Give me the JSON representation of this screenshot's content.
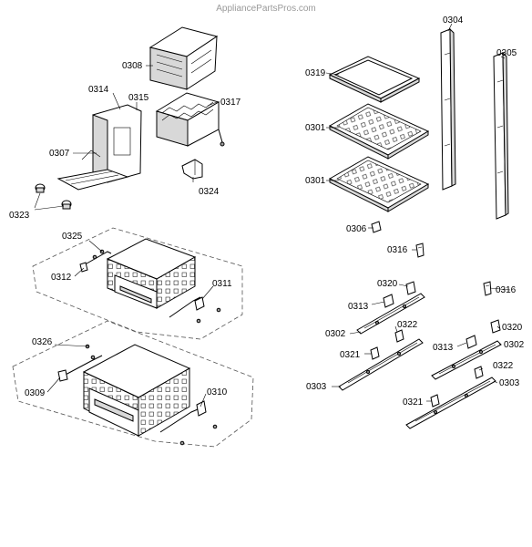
{
  "watermark": "AppliancePartsPros.com",
  "labels": {
    "p0308": "0308",
    "p0314": "0314",
    "p0315": "0315",
    "p0317": "0317",
    "p0307": "0307",
    "p0324": "0324",
    "p0323": "0323",
    "p0304": "0304",
    "p0305": "0305",
    "p0319": "0319",
    "p0301a": "0301",
    "p0301b": "0301",
    "p0306": "0306",
    "p0316a": "0316",
    "p0316b": "0316",
    "p0325": "0325",
    "p0312": "0312",
    "p0311": "0311",
    "p0326": "0326",
    "p0309": "0309",
    "p0310": "0310",
    "p0320a": "0320",
    "p0320b": "0320",
    "p0313a": "0313",
    "p0313b": "0313",
    "p0322a": "0322",
    "p0322b": "0322",
    "p0302a": "0302",
    "p0302b": "0302",
    "p0321a": "0321",
    "p0321b": "0321",
    "p0303a": "0303",
    "p0303b": "0303"
  }
}
